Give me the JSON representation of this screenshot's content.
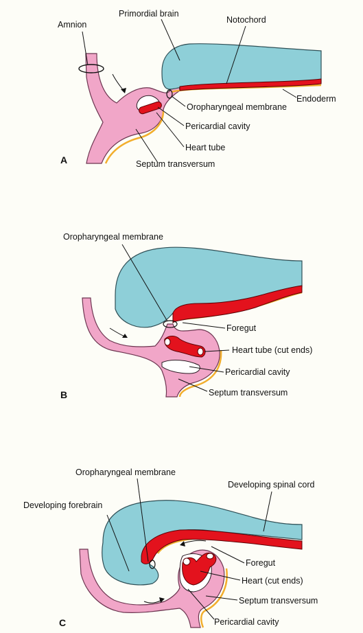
{
  "panel_a": {
    "letter": "A",
    "labels": {
      "amnion": "Amnion",
      "primordial_brain": "Primordial brain",
      "notochord": "Notochord",
      "endoderm": "Endoderm",
      "oropharyngeal_membrane": "Oropharyngeal membrane",
      "pericardial_cavity": "Pericardial cavity",
      "heart_tube": "Heart tube",
      "septum_transversum": "Septum transversum"
    }
  },
  "panel_b": {
    "letter": "B",
    "labels": {
      "oropharyngeal_membrane": "Oropharyngeal membrane",
      "foregut": "Foregut",
      "heart_tube_cut_ends": "Heart tube (cut ends)",
      "pericardial_cavity": "Pericardial cavity",
      "septum_transversum": "Septum transversum"
    }
  },
  "panel_c": {
    "letter": "C",
    "labels": {
      "oropharyngeal_membrane": "Oropharyngeal membrane",
      "developing_spinal_cord": "Developing spinal cord",
      "developing_forebrain": "Developing forebrain",
      "foregut": "Foregut",
      "heart_cut_ends": "Heart (cut ends)",
      "septum_transversum": "Septum transversum",
      "pericardial_cavity": "Pericardial cavity"
    }
  },
  "colors": {
    "neural_tissue": "#8ecfd8",
    "mesoderm": "#f1a6c8",
    "heart_notochord": "#e3121d",
    "endoderm": "#f2ae2d"
  }
}
